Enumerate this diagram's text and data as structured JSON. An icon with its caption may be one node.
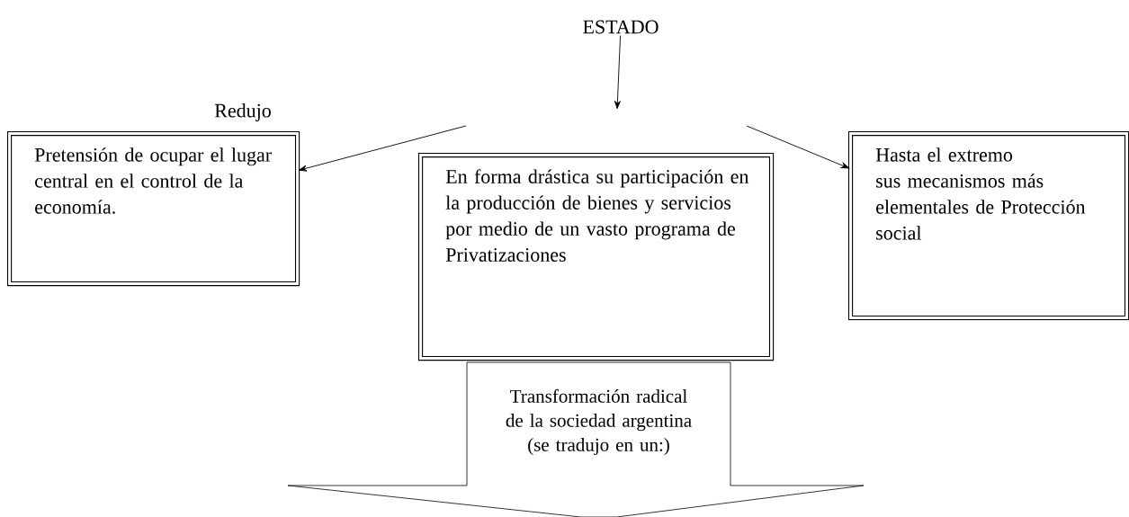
{
  "diagram": {
    "nodes": [
      {
        "text": [
          "ESTADO"
        ]
      },
      {
        "text": [
          "Pretensión de ocupar el lugar central en el control de la economía."
        ]
      },
      {
        "text": [
          "En forma drástica su participación en la producción de bienes y servicios por medio de un vasto programa de Privatizaciones"
        ]
      },
      {
        "text": [
          "Hasta el extremo sus mecanismos más elementales de Protección social"
        ]
      },
      {
        "text": [
          "Transformación radical de la sociedad argentina (se tradujo en un:)"
        ]
      }
    ],
    "edges": [
      {
        "from": 0,
        "to": null,
        "arrow": "to"
      },
      {
        "from": null,
        "to": 1,
        "arrow": "to"
      },
      {
        "from": null,
        "to": 3,
        "arrow": "to"
      }
    ],
    "labels": [
      "Redujo"
    ]
  }
}
